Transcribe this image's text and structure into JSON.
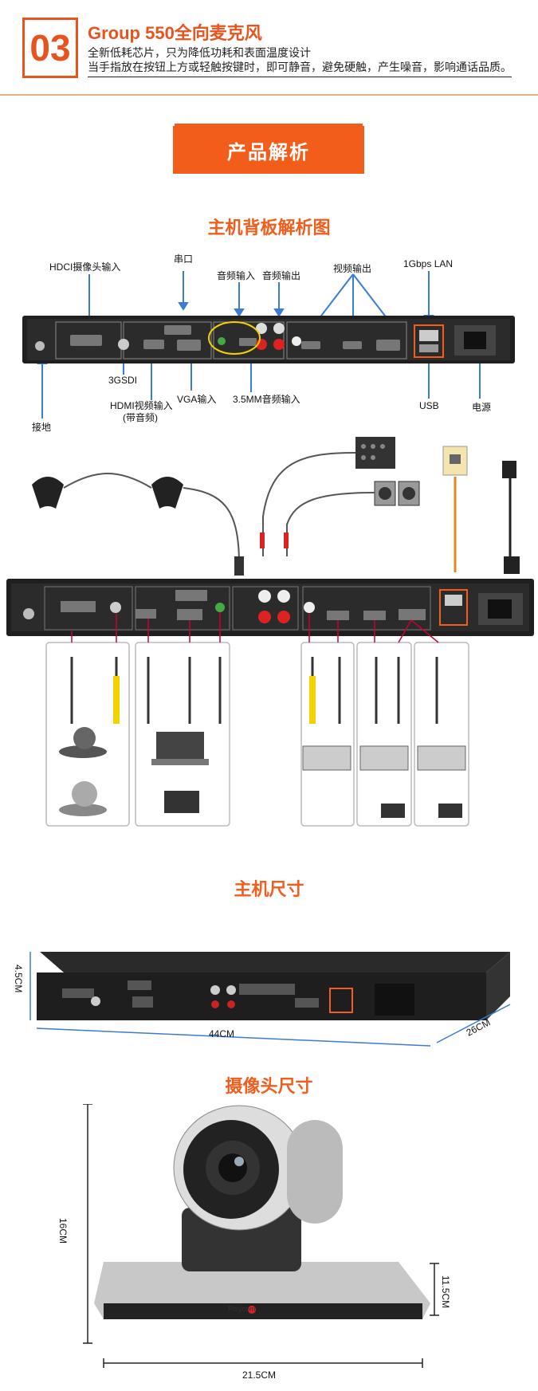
{
  "header": {
    "number": "03",
    "title": "Group 550全向麦克风",
    "line1": "全新低耗芯片，只为降低功耗和表面温度设计",
    "line2": "当手指放在按钮上方或轻触按键时，即可静音，避免硬触，产生噪音，影响通话品质。"
  },
  "banner": "产品解析",
  "backpanel": {
    "title": "主机背板解析图",
    "labels": {
      "hdci": "HDCI摄像头输入",
      "serial": "串口",
      "audio_in": "音频输入",
      "audio_out": "音频输出",
      "video_out": "视频输出",
      "lan": "1Gbps LAN",
      "sdi": "3GSDI",
      "hdmi_in": "HDMI视频输入",
      "hdmi_in_sub": "(带音频)",
      "vga_in": "VGA输入",
      "mm35": "3.5MM音频输入",
      "usb": "USB",
      "power": "电源",
      "ground": "接地"
    }
  },
  "host_size": {
    "title": "主机尺寸",
    "height": "4.5CM",
    "width": "44CM",
    "depth": "26CM"
  },
  "camera_size": {
    "title": "摄像头尺寸",
    "height": "16CM",
    "base_height": "11.5CM",
    "width": "21.5CM",
    "brand": "Polycom"
  },
  "colors": {
    "accent": "#f25d1c",
    "panel": "#1f1f1f",
    "callout": "#3a7bd5"
  }
}
